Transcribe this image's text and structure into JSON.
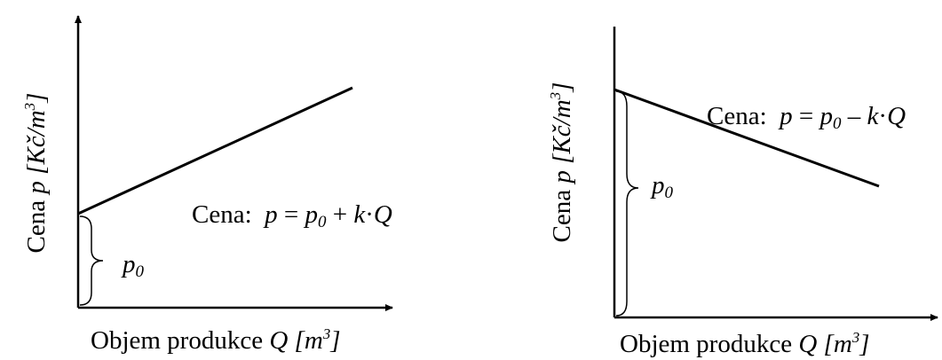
{
  "panels": [
    {
      "ylabel": {
        "prefix": "Cena ",
        "var": "p",
        "unit": " [Kč/m",
        "exp": "3",
        "close": "]"
      },
      "xlabel": {
        "prefix": "Objem produkce ",
        "var": "Q",
        "unit": " [m",
        "exp": "3",
        "close": "]"
      },
      "equation": {
        "label": "Cena:",
        "lhs": "p",
        "eq": " = ",
        "p": "p",
        "sub": "0",
        "op": " + ",
        "k": "k",
        "dot": "·",
        "q": "Q"
      },
      "p0": {
        "p": "p",
        "sub": "0"
      }
    },
    {
      "ylabel": {
        "prefix": "Cena ",
        "var": "p",
        "unit": " [Kč/m",
        "exp": "3",
        "close": "]"
      },
      "xlabel": {
        "prefix": "Objem produkce ",
        "var": "Q",
        "unit": " [m",
        "exp": "3",
        "close": "]"
      },
      "equation": {
        "label": "Cena:",
        "lhs": "p",
        "eq": " = ",
        "p": "p",
        "sub": "0",
        "op": " – ",
        "k": "k",
        "dot": "·",
        "q": "Q"
      },
      "p0": {
        "p": "p",
        "sub": "0"
      }
    }
  ]
}
